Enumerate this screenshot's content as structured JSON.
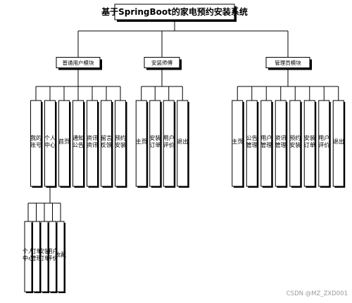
{
  "title": "基于SpringBoot的家电预约安装系统",
  "branches": [
    {
      "label": "普通用户模块",
      "children": [
        "我的账号",
        "个人中心",
        "首页",
        "通知公告",
        "资讯资讯",
        "留言反馈",
        "预约安装"
      ],
      "sub": {
        "parent": "个人中心",
        "children": [
          "个人中心",
          "订单管理",
          "安装订单",
          "用户评价",
          "收藏"
        ]
      }
    },
    {
      "label": "安装师傅",
      "children": [
        "主页",
        "安装订单",
        "用户评价",
        "退出"
      ]
    },
    {
      "label": "管理员模块",
      "children": [
        "主页",
        "公告管理",
        "用户管理",
        "资讯管理",
        "预约安装",
        "安装订单",
        "用户评价",
        "退出"
      ]
    }
  ],
  "watermark": "CSDN @MZ_ZXD001"
}
